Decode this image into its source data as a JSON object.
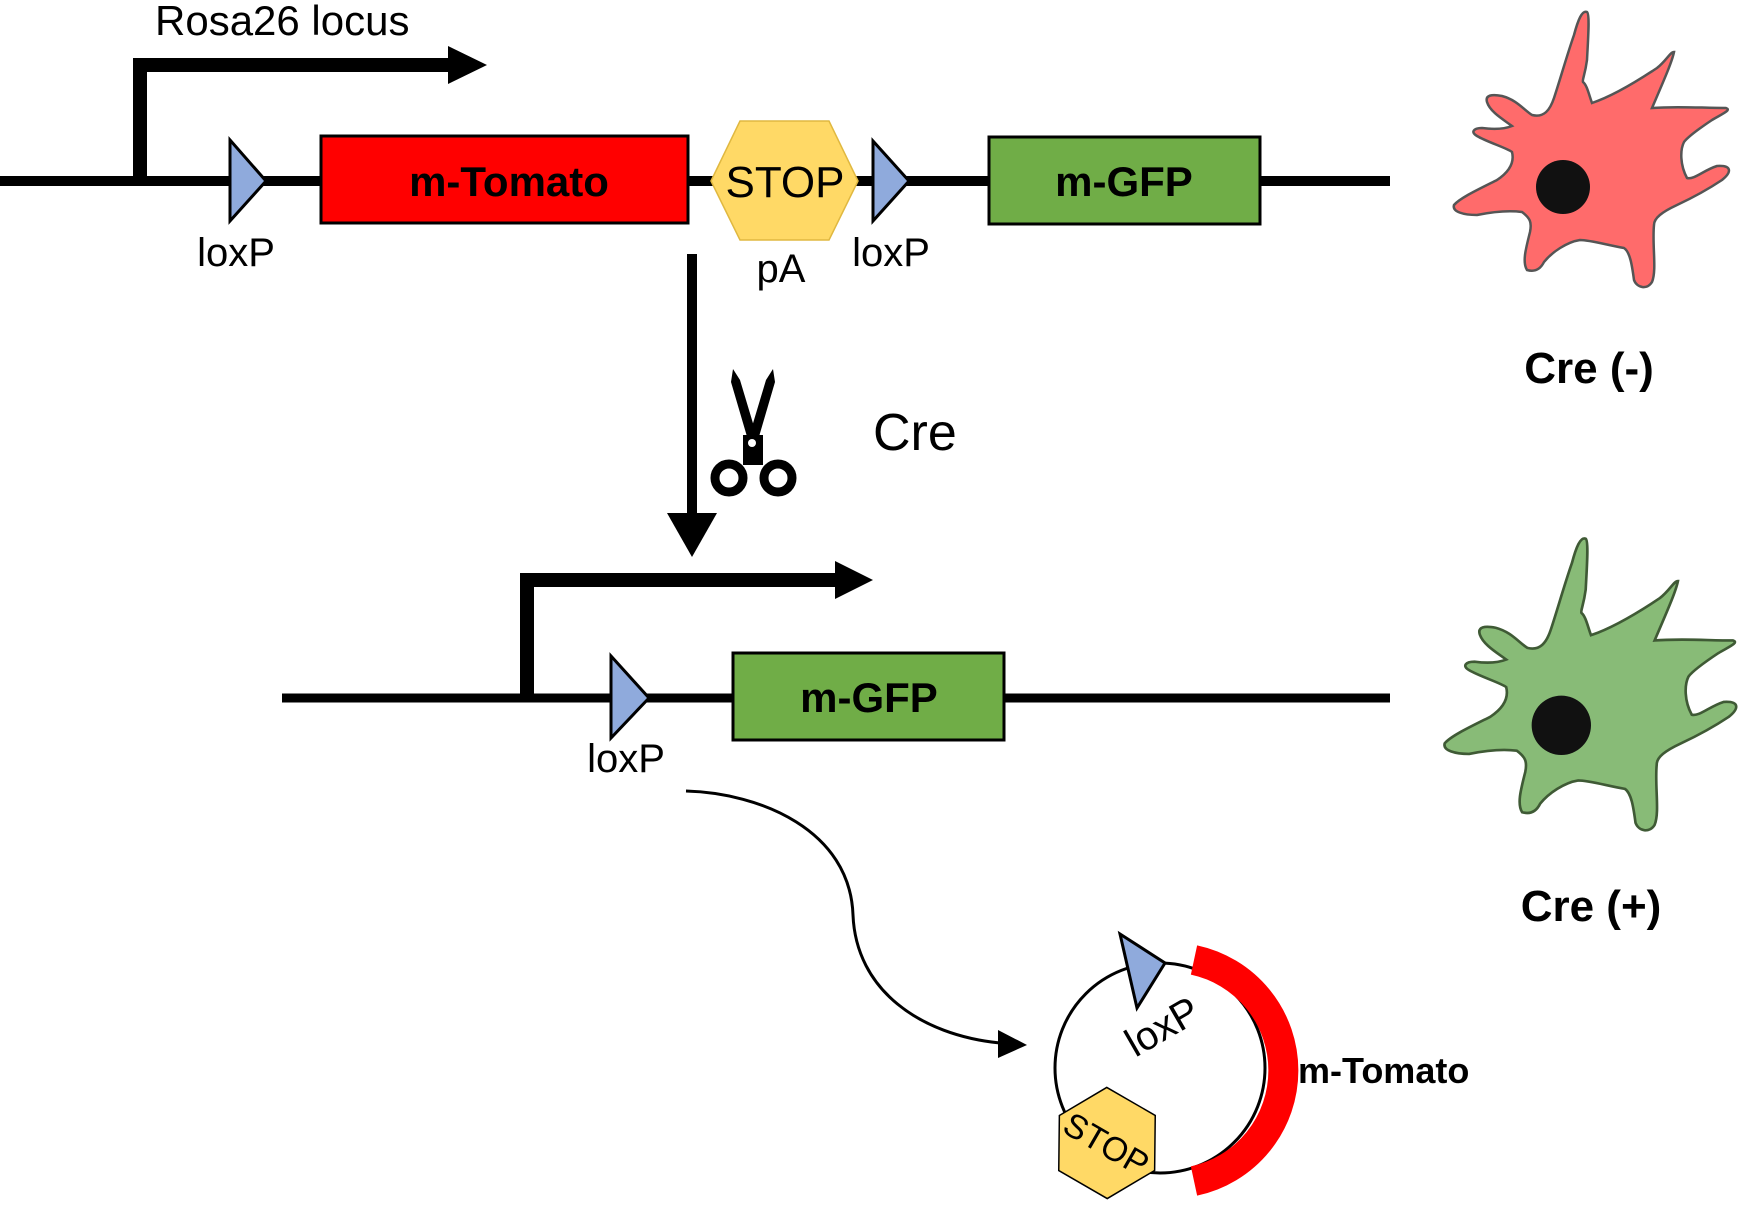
{
  "title": "Cre-mediated recombination of the mT/mG reporter at the Rosa26 locus",
  "colors": {
    "tomato": "#ff0000",
    "gfp": "#70ad47",
    "stop": "#ffd966",
    "loxp": "#8faadc",
    "cell_red": "#ff6b6b",
    "cell_green": "#88bb77",
    "nucleus": "#111111",
    "line": "#000000"
  },
  "top_construct": {
    "locus_label": "Rosa26 locus",
    "loxp1_label": "loxP",
    "tomato_label": "m-Tomato",
    "stop_label": "STOP",
    "pa_label": "pA",
    "loxp2_label": "loxP",
    "gfp_label": "m-GFP"
  },
  "recombination": {
    "enzyme_label": "Cre",
    "icon": "scissors-icon"
  },
  "recombined_construct": {
    "loxp_label": "loxP",
    "gfp_label": "m-GFP"
  },
  "excised_circle": {
    "loxp_label": "loxP",
    "stop_label": "STOP",
    "tomato_label": "m-Tomato"
  },
  "cells": [
    {
      "label": "Cre (-)",
      "color": "red",
      "fluorescence": "m-Tomato"
    },
    {
      "label": "Cre (+)",
      "color": "green",
      "fluorescence": "m-GFP"
    }
  ]
}
